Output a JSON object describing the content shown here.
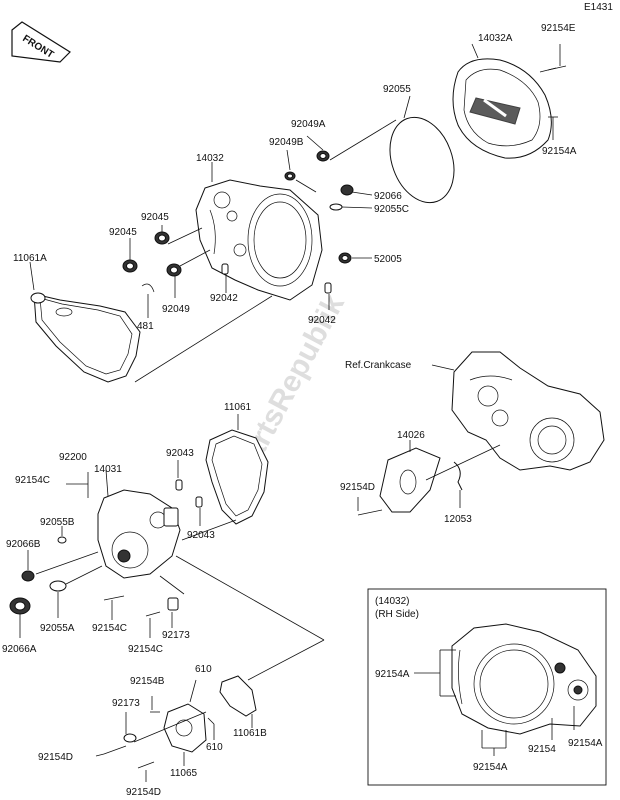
{
  "diagram_code": "E1431",
  "front_label": "FRONT",
  "watermark": "PartsRepublik",
  "reference_label": "Ref.Crankcase",
  "inset": {
    "part_ref": "(14032)",
    "side": "(RH Side)"
  },
  "labels": {
    "p14032A": "14032A",
    "p92154E": "92154E",
    "p92055": "92055",
    "p92049A": "92049A",
    "p92049B": "92049B",
    "p14032": "14032",
    "p92154A_top": "92154A",
    "p92066": "92066",
    "p92055C": "92055C",
    "p92045_a": "92045",
    "p92045_b": "92045",
    "p11061A": "11061A",
    "p52005": "52005",
    "p92049": "92049",
    "p92042_a": "92042",
    "p481": "481",
    "p92042_b": "92042",
    "p11061": "11061",
    "p14026": "14026",
    "p92043_a": "92043",
    "p92200": "92200",
    "p14031": "14031",
    "p92154C_a": "92154C",
    "p92154D_a": "92154D",
    "p12053": "12053",
    "p92055B": "92055B",
    "p92043_b": "92043",
    "p92066B": "92066B",
    "p92055A": "92055A",
    "p92066A": "92066A",
    "p92154C_b": "92154C",
    "p92154C_c": "92154C",
    "p92173_a": "92173",
    "p610_a": "610",
    "p92154B": "92154B",
    "p92173_b": "92173",
    "p11061B": "11061B",
    "p92154D_b": "92154D",
    "p610_b": "610",
    "p11065": "11065",
    "p92154D_c": "92154D",
    "inset_92154A_left": "92154A",
    "inset_92154": "92154",
    "inset_92154A_right": "92154A",
    "inset_92154A_bottom": "92154A"
  }
}
